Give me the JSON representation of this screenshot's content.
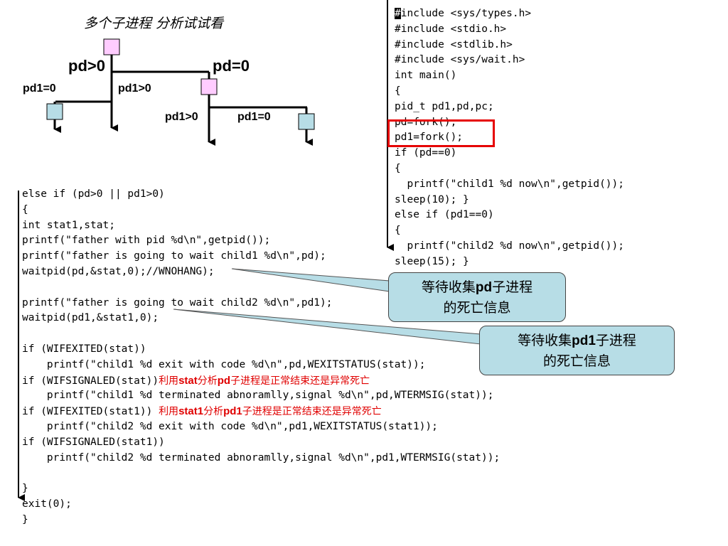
{
  "diagram": {
    "title": "多个子进程 分析试试看",
    "labels": {
      "pd_gt0": "pd>0",
      "pd_eq0": "pd=0",
      "pd1_eq0_left": "pd1=0",
      "pd1_gt0_left": "pd1>0",
      "pd1_gt0_right": "pd1>0",
      "pd1_eq0_right": "pd1=0"
    },
    "colors": {
      "parent_box": "#ffccff",
      "child_box": "#b7dde6"
    }
  },
  "code_right": [
    "include <sys/types.h>",
    "#include <stdio.h>",
    "#include <stdlib.h>",
    "#include <sys/wait.h>",
    "int main()",
    "{",
    "pid_t pd1,pd,pc;",
    "pd=fork();",
    "pd1=fork();",
    "if (pd==0)",
    "{",
    "  printf(\"child1 %d now\\n\",getpid());",
    "sleep(10); }",
    "else if (pd1==0)",
    "{",
    "  printf(\"child2 %d now\\n\",getpid());",
    "sleep(15); }"
  ],
  "code_right_first_char": "#",
  "code_left": [
    "else if (pd>0 || pd1>0)",
    "{",
    "int stat1,stat;",
    "printf(\"father with pid %d\\n\",getpid());",
    "printf(\"father is going to wait child1 %d\\n\",pd);",
    "waitpid(pd,&stat,0);//WNOHANG);",
    "",
    "printf(\"father is going to wait child2 %d\\n\",pd1);",
    "waitpid(pd1,&stat1,0);",
    "",
    "if (WIFEXITED(stat))",
    "    printf(\"child1 %d exit with code %d\\n\",pd,WEXITSTATUS(stat));",
    "if (WIFSIGNALED(stat))",
    "    printf(\"child1 %d terminated abnoramlly,signal %d\\n\",pd,WTERMSIG(stat));",
    "if (WIFEXITED(stat1))",
    "    printf(\"child2 %d exit with code %d\\n\",pd1,WEXITSTATUS(stat1));",
    "if (WIFSIGNALED(stat1))",
    "    printf(\"child2 %d terminated abnoramlly,signal %d\\n\",pd1,WTERMSIG(stat));",
    "",
    "}",
    "exit(0);",
    "}"
  ],
  "notes": {
    "stat": {
      "pre": "利用",
      "bold": "stat",
      "post": "分析",
      "bold2": "pd",
      "post2": "子进程是正常结束还是异常死亡"
    },
    "stat1": {
      "pre": "利用",
      "bold": "stat1",
      "post": "分析",
      "bold2": "pd1",
      "post2": "子进程是正常结束还是异常死亡"
    },
    "color": "#e00000"
  },
  "callouts": {
    "pd": {
      "line1_pre": "等待收集",
      "line1_bold": "pd",
      "line1_post": "子进程",
      "line2": "的死亡信息"
    },
    "pd1": {
      "line1_pre": "等待收集",
      "line1_bold": "pd1",
      "line1_post": "子进程",
      "line2": "的死亡信息"
    },
    "color": "#b7dde6"
  },
  "highlight_color": "#e60000"
}
